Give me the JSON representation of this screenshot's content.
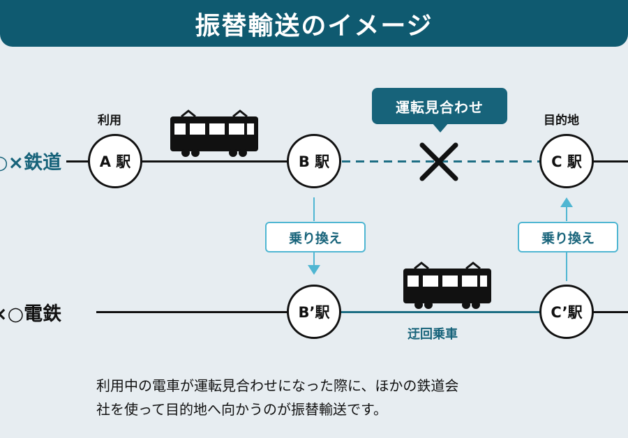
{
  "header": {
    "title": "振替輸送のイメージ"
  },
  "lines": {
    "top": {
      "label": "○×鉄道"
    },
    "bottom": {
      "label": "×○電鉄"
    }
  },
  "stations": {
    "a": "A 駅",
    "b": "B 駅",
    "c": "C 駅",
    "b_prime": "B’駅",
    "c_prime": "C’駅"
  },
  "labels": {
    "riyou": "利用",
    "destination": "目的地",
    "suspended": "運転見合わせ",
    "transfer_down": "乗り換え",
    "transfer_up": "乗り換え",
    "detour": "迂回乗車"
  },
  "caption": {
    "line1": "利用中の電車が運転見合わせになった際に、ほかの鉄道会",
    "line2": "社を使って目的地へ向かうのが振替輸送です。"
  },
  "colors": {
    "header_bg": "#0f5a70",
    "accent_teal": "#17637a",
    "light_blue": "#4fb6d2",
    "background": "#e7edf1",
    "black": "#111111"
  },
  "icons": {
    "train_top": "train-icon",
    "train_bottom": "train-icon",
    "cross": "x-mark-icon"
  }
}
